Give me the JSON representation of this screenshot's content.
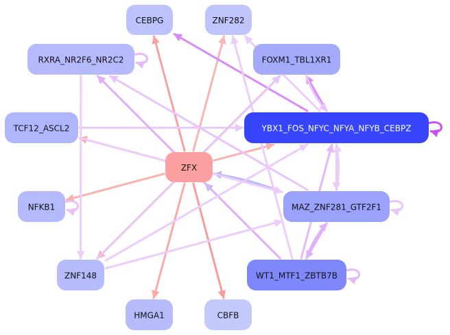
{
  "diagram": {
    "type": "gene-regulatory-network",
    "nodes": [
      {
        "id": "CEBPG",
        "label": "CEBPG",
        "color": "#bcc2fb"
      },
      {
        "id": "ZNF282",
        "label": "ZNF282",
        "color": "#bfc4fb"
      },
      {
        "id": "RXRA_NR2F6_NR2C2",
        "label": "RXRA_NR2F6_NR2C2",
        "color": "#b4bafb"
      },
      {
        "id": "FOXM1_TBL1XR1",
        "label": "FOXM1_TBL1XR1",
        "color": "#a4abfb"
      },
      {
        "id": "TCF12_ASCL2",
        "label": "TCF12_ASCL2",
        "color": "#b0b6fb"
      },
      {
        "id": "YBX1_FOS_NFYC_NFYA_NFYB_CEBPZ",
        "label": "YBX1_FOS_NFYC_NFYA_NFYB_CEBPZ",
        "color": "#3644fb",
        "light_text": true
      },
      {
        "id": "ZFX",
        "label": "ZFX",
        "color": "#fb9fa0"
      },
      {
        "id": "NFKB1",
        "label": "NFKB1",
        "color": "#b4bafb"
      },
      {
        "id": "MAZ_ZNF281_GTF2F1",
        "label": "MAZ_ZNF281_GTF2F1",
        "color": "#9aa2fb"
      },
      {
        "id": "ZNF148",
        "label": "ZNF148",
        "color": "#b6bcfb"
      },
      {
        "id": "WT1_MTF1_ZBTB7B",
        "label": "WT1_MTF1_ZBTB7B",
        "color": "#7e88fb"
      },
      {
        "id": "HMGA1",
        "label": "HMGA1",
        "color": "#b6bcfb"
      },
      {
        "id": "CBFB",
        "label": "CBFB",
        "color": "#c4c9fb"
      }
    ],
    "edges": [
      {
        "from": "ZFX",
        "to": "CEBPG",
        "color": "#fba0a0"
      },
      {
        "from": "ZFX",
        "to": "ZNF282",
        "color": "#fbb4b4"
      },
      {
        "from": "ZFX",
        "to": "RXRA_NR2F6_NR2C2",
        "color": "#fbb4b4"
      },
      {
        "from": "ZFX",
        "to": "FOXM1_TBL1XR1",
        "color": "#fbb8b8"
      },
      {
        "from": "ZFX",
        "to": "TCF12_ASCL2",
        "color": "#fba8a8"
      },
      {
        "from": "ZFX",
        "to": "YBX1_FOS_NFYC_NFYA_NFYB_CEBPZ",
        "color": "#fbb0b0"
      },
      {
        "from": "ZFX",
        "to": "NFKB1",
        "color": "#fbb0b0"
      },
      {
        "from": "ZFX",
        "to": "ZNF148",
        "color": "#fbb0b0"
      },
      {
        "from": "ZFX",
        "to": "HMGA1",
        "color": "#fba8a8"
      },
      {
        "from": "ZFX",
        "to": "CBFB",
        "color": "#fb9a9a"
      },
      {
        "from": "ZFX",
        "to": "MAZ_ZNF281_GTF2F1",
        "color": "#fbb8b8"
      },
      {
        "from": "MAZ_ZNF281_GTF2F1",
        "to": "ZFX",
        "color": "#b4bcfb"
      },
      {
        "from": "WT1_MTF1_ZBTB7B",
        "to": "ZFX",
        "color": "#b8c0fb"
      },
      {
        "from": "YBX1_FOS_NFYC_NFYA_NFYB_CEBPZ",
        "to": "CEBPG",
        "color": "#d88af8"
      },
      {
        "from": "YBX1_FOS_NFYC_NFYA_NFYB_CEBPZ",
        "to": "FOXM1_TBL1XR1",
        "color": "#d88af8"
      },
      {
        "from": "FOXM1_TBL1XR1",
        "to": "YBX1_FOS_NFYC_NFYA_NFYB_CEBPZ",
        "color": "#e8c4fb"
      },
      {
        "from": "YBX1_FOS_NFYC_NFYA_NFYB_CEBPZ",
        "to": "YBX1_FOS_NFYC_NFYA_NFYB_CEBPZ",
        "color": "#c850f0"
      },
      {
        "from": "YBX1_FOS_NFYC_NFYA_NFYB_CEBPZ",
        "to": "ZNF282",
        "color": "#ecccfb"
      },
      {
        "from": "TCF12_ASCL2",
        "to": "YBX1_FOS_NFYC_NFYA_NFYB_CEBPZ",
        "color": "#ecc8fb"
      },
      {
        "from": "TCF12_ASCL2",
        "to": "MAZ_ZNF281_GTF2F1",
        "color": "#ecccfb"
      },
      {
        "from": "RXRA_NR2F6_NR2C2",
        "to": "RXRA_NR2F6_NR2C2",
        "color": "#e4b8fb"
      },
      {
        "from": "RXRA_NR2F6_NR2C2",
        "to": "ZNF148",
        "color": "#ecccfb"
      },
      {
        "from": "MAZ_ZNF281_GTF2F1",
        "to": "RXRA_NR2F6_NR2C2",
        "color": "#e8c4fb"
      },
      {
        "from": "WT1_MTF1_ZBTB7B",
        "to": "RXRA_NR2F6_NR2C2",
        "color": "#e0b0fb"
      },
      {
        "from": "ZNF148",
        "to": "FOXM1_TBL1XR1",
        "color": "#e8c4fb"
      },
      {
        "from": "ZNF148",
        "to": "MAZ_ZNF281_GTF2F1",
        "color": "#ecccfb"
      },
      {
        "from": "NFKB1",
        "to": "NFKB1",
        "color": "#e8c0fb"
      },
      {
        "from": "MAZ_ZNF281_GTF2F1",
        "to": "MAZ_ZNF281_GTF2F1",
        "color": "#e8c4fb"
      },
      {
        "from": "YBX1_FOS_NFYC_NFYA_NFYB_CEBPZ",
        "to": "MAZ_ZNF281_GTF2F1",
        "color": "#ecccfb"
      },
      {
        "from": "MAZ_ZNF281_GTF2F1",
        "to": "YBX1_FOS_NFYC_NFYA_NFYB_CEBPZ",
        "color": "#ecccfb"
      },
      {
        "from": "MAZ_ZNF281_GTF2F1",
        "to": "WT1_MTF1_ZBTB7B",
        "color": "#e0b0fb"
      },
      {
        "from": "WT1_MTF1_ZBTB7B",
        "to": "MAZ_ZNF281_GTF2F1",
        "color": "#e0b0fb"
      },
      {
        "from": "WT1_MTF1_ZBTB7B",
        "to": "WT1_MTF1_ZBTB7B",
        "color": "#e4b8fb"
      },
      {
        "from": "WT1_MTF1_ZBTB7B",
        "to": "YBX1_FOS_NFYC_NFYA_NFYB_CEBPZ",
        "color": "#e4b8fb"
      },
      {
        "from": "WT1_MTF1_ZBTB7B",
        "to": "ZNF282",
        "color": "#ecccfb"
      },
      {
        "from": "ZNF148",
        "to": "YBX1_FOS_NFYC_NFYA_NFYB_CEBPZ",
        "color": "#ecccfb"
      }
    ]
  }
}
